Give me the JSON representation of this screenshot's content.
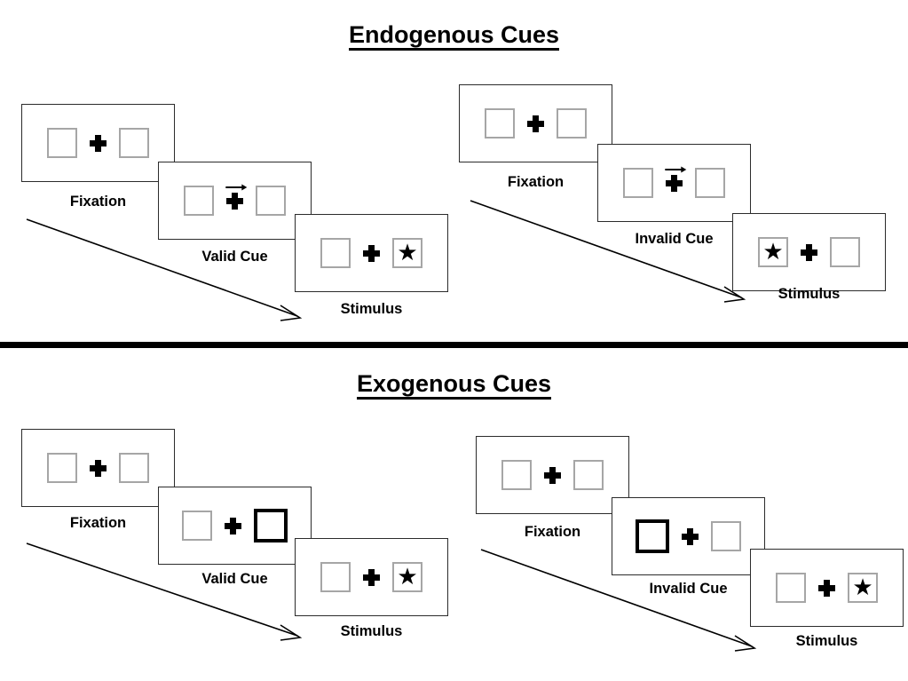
{
  "figure": {
    "title_top": "Endogenous Cues",
    "title_bottom": "Exogenous Cues"
  },
  "sections": [
    {
      "id": "endogenous",
      "title": "Endogenous Cues",
      "conditions": [
        {
          "id": "endogenous-valid",
          "cue_label": "Valid Cue",
          "frames": [
            {
              "label": "Fixation",
              "cue": "none",
              "star_side": "none"
            },
            {
              "label": "Valid Cue",
              "cue": "arrow-right",
              "star_side": "none"
            },
            {
              "label": "Stimulus",
              "cue": "none",
              "star_side": "right"
            }
          ]
        },
        {
          "id": "endogenous-invalid",
          "cue_label": "Invalid Cue",
          "frames": [
            {
              "label": "Fixation",
              "cue": "none",
              "star_side": "none"
            },
            {
              "label": "Invalid Cue",
              "cue": "arrow-right",
              "star_side": "none"
            },
            {
              "label": "Stimulus",
              "cue": "none",
              "star_side": "left"
            }
          ]
        }
      ]
    },
    {
      "id": "exogenous",
      "title": "Exogenous Cues",
      "conditions": [
        {
          "id": "exogenous-valid",
          "cue_label": "Valid Cue",
          "frames": [
            {
              "label": "Fixation",
              "cue": "none",
              "star_side": "none"
            },
            {
              "label": "Valid Cue",
              "cue": "box-flash-right",
              "star_side": "none"
            },
            {
              "label": "Stimulus",
              "cue": "none",
              "star_side": "right"
            }
          ]
        },
        {
          "id": "exogenous-invalid",
          "cue_label": "Invalid Cue",
          "frames": [
            {
              "label": "Fixation",
              "cue": "none",
              "star_side": "none"
            },
            {
              "label": "Invalid Cue",
              "cue": "box-flash-left",
              "star_side": "none"
            },
            {
              "label": "Stimulus",
              "cue": "none",
              "star_side": "right"
            }
          ]
        }
      ]
    }
  ],
  "labels": {
    "fixation": "Fixation",
    "valid_cue": "Valid Cue",
    "invalid_cue": "Invalid Cue",
    "stimulus": "Stimulus"
  },
  "glyphs": {
    "star": "★"
  },
  "colors": {
    "ink": "#000000",
    "frame_border": "#2b2b2b",
    "placeholder_border": "#a6a6a6",
    "cue_border": "#000000",
    "background": "#ffffff"
  }
}
